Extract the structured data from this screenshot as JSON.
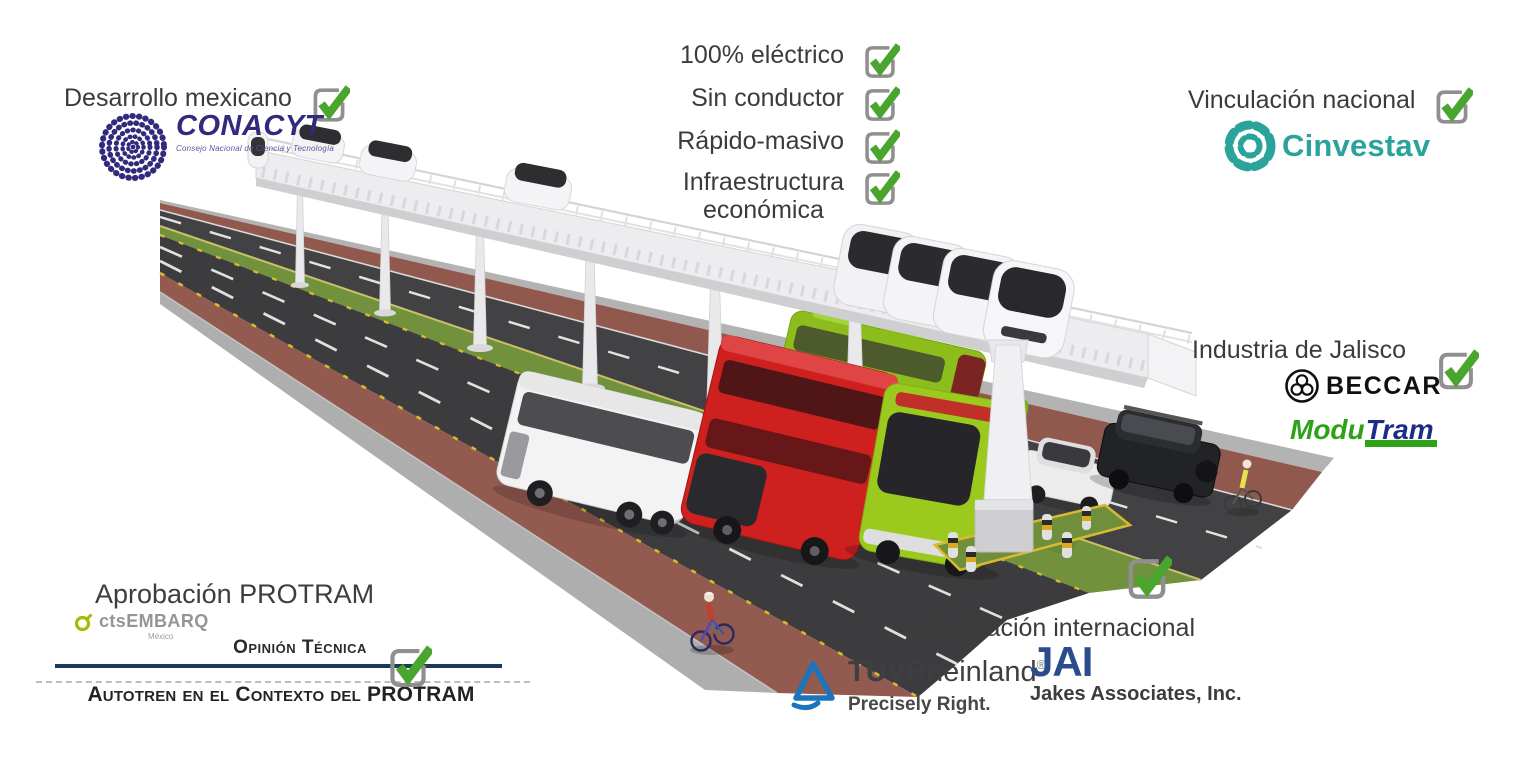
{
  "badges": {
    "desarrollo": "Desarrollo mexicano",
    "vinculacion": "Vinculación nacional",
    "industria": "Industria de Jalisco",
    "evaluacion": "Evaluación internacional"
  },
  "features": [
    {
      "label": "100% eléctrico"
    },
    {
      "label": "Sin conductor"
    },
    {
      "label": "Rápido-masivo"
    },
    {
      "label_line1": "Infraestructura",
      "label_line2": "económica"
    }
  ],
  "logos": {
    "conacyt": {
      "wordmark": "CONACYT",
      "tagline": "Consejo Nacional de Ciencia y Tecnología"
    },
    "cinvestav": {
      "wordmark": "Cinvestav"
    },
    "beccar": {
      "wordmark": "BECCAR"
    },
    "modutram": {
      "part1": "Modu",
      "part2": "Tram"
    },
    "ctsembarq": {
      "part1": "cts",
      "part2": "EMBARQ",
      "region": "México"
    },
    "tuv": {
      "part1": "TÜV",
      "part2": "Rheinland",
      "registered": "®",
      "tagline": "Precisely Right."
    },
    "jai": {
      "monogram": "JAI",
      "company": "Jakes Associates, Inc."
    }
  },
  "protram": {
    "title": "Aprobación PROTRAM",
    "opinion": "Opinión Técnica",
    "context": "Autotren en el Contexto del PROTRAM"
  },
  "colors": {
    "check_green": "#4aa52e",
    "check_box_gray": "#8f8f8f",
    "conacyt_indigo": "#322a7d",
    "cinvestav_teal": "#2aa39a",
    "beccar_black": "#101010",
    "modutram_green": "#2ea117",
    "modutram_navy": "#1b2d86",
    "ctsembarq_gray": "#939598",
    "ctsembarq_olive": "#aab80a",
    "tuv_blue": "#1c75bc",
    "jai_navy": "#2b4c8c",
    "protram_rule_navy": "#1b3a5a"
  }
}
